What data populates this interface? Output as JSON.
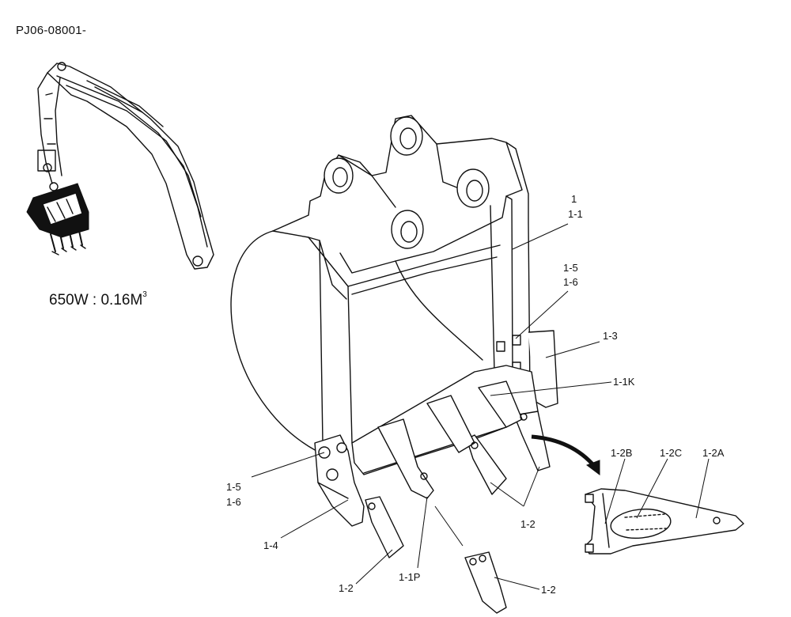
{
  "document_code": "PJ06-08001-",
  "capacity": {
    "main": "650W : 0.16M",
    "superscript": "3"
  },
  "callouts": {
    "bucket_assy": "1",
    "bucket": "1-1",
    "bolt_upper": "1-5",
    "nut_upper": "1-6",
    "side_cutter_right": "1-3",
    "cutting_edge": "1-1K",
    "detail_point": "1-2B",
    "detail_pin": "1-2C",
    "detail_adapter": "1-2A",
    "tooth_group": "1-2",
    "bolt_lower": "1-5",
    "nut_lower": "1-6",
    "side_cutter_left": "1-4",
    "tooth_left": "1-2",
    "adapter_pin": "1-1P",
    "tooth_loose": "1-2"
  },
  "icons": {
    "excavator": "excavator-arm-icon",
    "bucket": "bucket-icon",
    "tooth_detail": "tooth-detail-icon"
  }
}
